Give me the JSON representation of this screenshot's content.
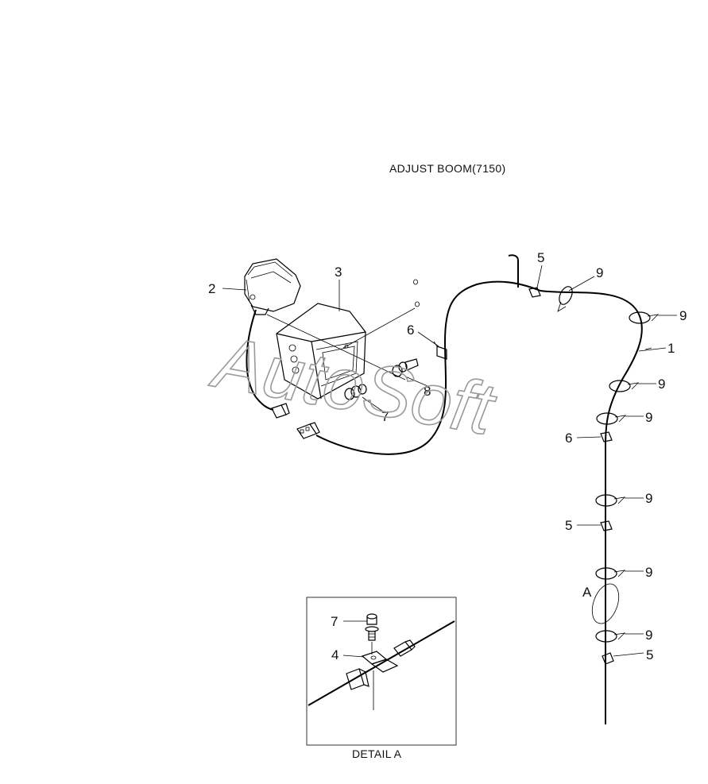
{
  "diagram": {
    "title": "ADJUST BOOM(7150)",
    "detail_caption": "DETAIL  A",
    "watermark": "AutoSoft",
    "callout_A": "A",
    "labels": {
      "l1": "1",
      "l2": "2",
      "l3": "3",
      "l5a": "5",
      "l5b": "5",
      "l5c": "5",
      "l6a": "6",
      "l6b": "6",
      "l7a": "7",
      "l7b": "7",
      "l8": "8",
      "l9a": "9",
      "l9b": "9",
      "l9c": "9",
      "l9d": "9",
      "l9e": "9",
      "l9f": "9",
      "l9g": "9",
      "l4": "4"
    }
  }
}
